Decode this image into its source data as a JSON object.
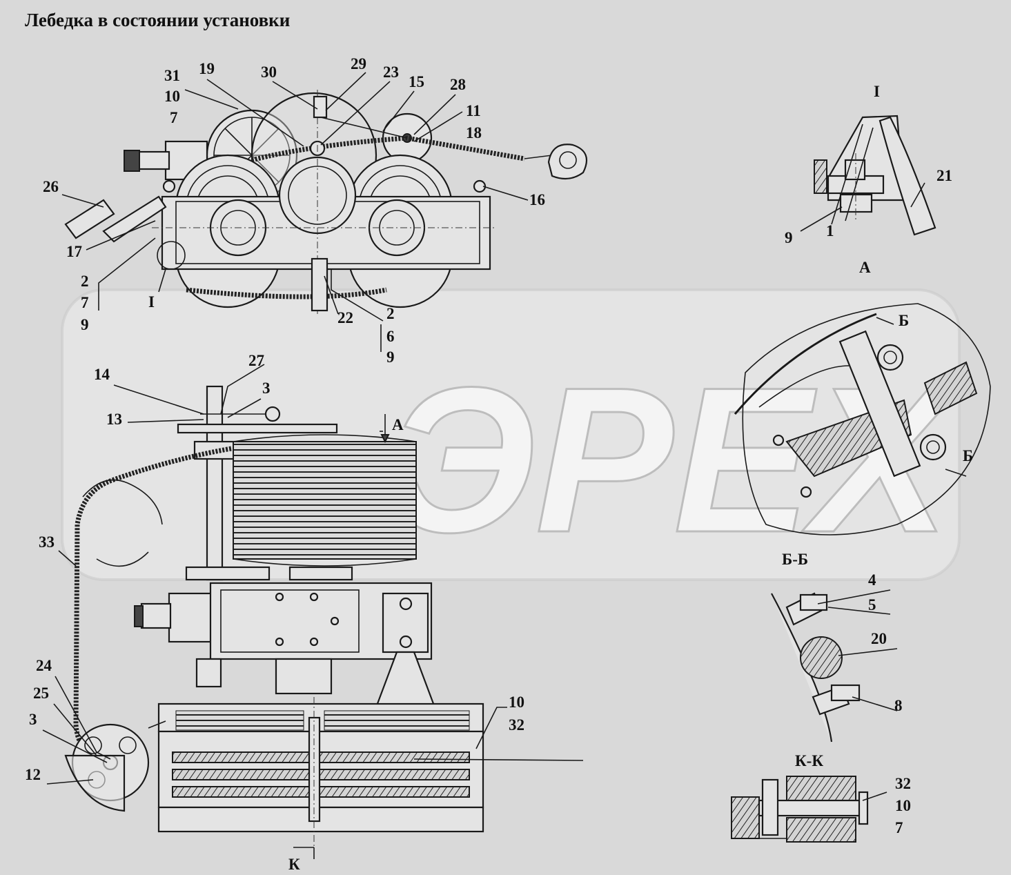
{
  "title": "Лебедка в состоянии установки",
  "watermark": {
    "text": "ЭРЕХ",
    "color": "#ececec"
  },
  "colors": {
    "background": "#d9d9d9",
    "line": "#1a1a1a"
  },
  "views": {
    "detail_I": "I",
    "view_A": "А",
    "section_BB": "Б-Б",
    "section_BB_mark_top": "Б",
    "section_BB_mark_bottom": "Б",
    "section_KK": "К-К",
    "section_K_mark": "К",
    "view_A_arrow": "А",
    "top_detail_ref": "I"
  },
  "callouts": {
    "top": [
      "31",
      "10",
      "7",
      "19",
      "30",
      "29",
      "23",
      "15",
      "28",
      "11",
      "18",
      "26",
      "17",
      "16",
      "2",
      "7",
      "9",
      "22",
      "2",
      "6",
      "9"
    ],
    "detail_I": [
      "9",
      "1",
      "21"
    ],
    "front": [
      "27",
      "14",
      "3",
      "13",
      "33",
      "24",
      "25",
      "3",
      "12",
      "10",
      "32"
    ],
    "section_BB": [
      "4",
      "5",
      "20",
      "8"
    ],
    "section_KK": [
      "32",
      "10",
      "7"
    ]
  }
}
